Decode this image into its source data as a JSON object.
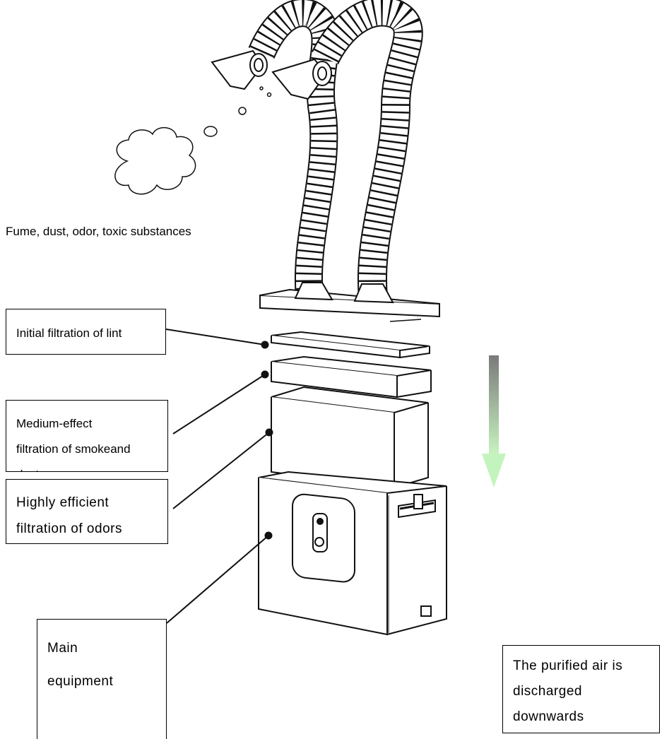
{
  "diagram": {
    "fume_caption": "Fume, dust, odor, toxic substances",
    "labels": {
      "initial": "Initial filtration of lint",
      "medium": [
        "Medium-effect",
        "filtration of smokeand",
        "dust"
      ],
      "high": [
        "Highly efficient",
        "filtration of odors"
      ],
      "main": [
        "Main",
        "equipment"
      ],
      "purified": [
        "The purified air is",
        "discharged",
        "downwards"
      ]
    },
    "colors": {
      "line": "#000000",
      "arrow_top": "#7a7a7a",
      "arrow_bottom": "#c8f5c0"
    }
  }
}
